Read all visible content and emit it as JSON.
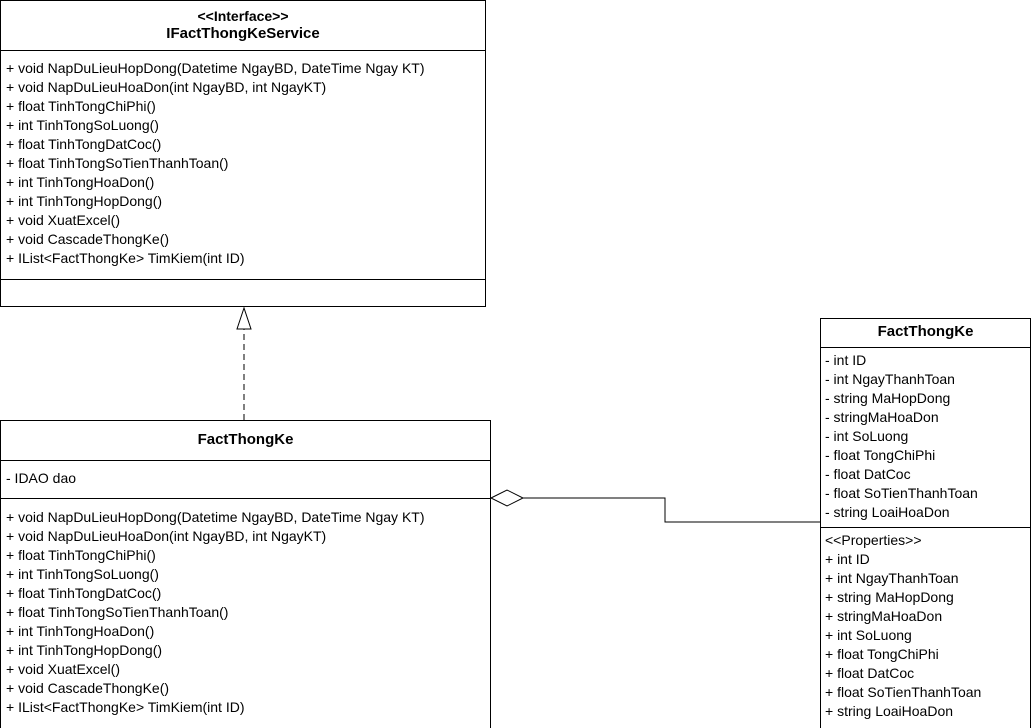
{
  "interface_class": {
    "stereotype": "<<Interface>>",
    "name": "IFactThongKeService",
    "attributes": [],
    "operations": [
      "+ void NapDuLieuHopDong(Datetime NgayBD, DateTime Ngay KT)",
      "+ void NapDuLieuHoaDon(int NgayBD, int NgayKT)",
      "+ float TinhTongChiPhi()",
      "+ int TinhTongSoLuong()",
      "+ float TinhTongDatCoc()",
      "+ float TinhTongSoTienThanhToan()",
      "+ int TinhTongHoaDon()",
      "+ int TinhTongHopDong()",
      "+ void XuatExcel()",
      "+ void CascadeThongKe()",
      "+ IList<FactThongKe> TimKiem(int ID)"
    ]
  },
  "service_class": {
    "name": "FactThongKe",
    "attributes": [
      "- IDAO dao"
    ],
    "operations": [
      "+ void NapDuLieuHopDong(Datetime NgayBD, DateTime Ngay KT)",
      "+ void NapDuLieuHoaDon(int NgayBD, int NgayKT)",
      "+ float TinhTongChiPhi()",
      "+ int TinhTongSoLuong()",
      "+ float TinhTongDatCoc()",
      "+ float TinhTongSoTienThanhToan()",
      "+ int TinhTongHoaDon()",
      "+ int TinhTongHopDong()",
      "+ void XuatExcel()",
      "+ void CascadeThongKe()",
      "+ IList<FactThongKe> TimKiem(int ID)"
    ]
  },
  "entity_class": {
    "name": "FactThongKe",
    "attributes": [
      "- int ID",
      "- int NgayThanhToan",
      "- string MaHopDong",
      "- stringMaHoaDon",
      "- int SoLuong",
      "- float TongChiPhi",
      "- float DatCoc",
      "- float SoTienThanhToan",
      "- string LoaiHoaDon"
    ],
    "properties_stereotype": "<<Properties>>",
    "properties": [
      "+ int ID",
      "+ int NgayThanhToan",
      "+ string MaHopDong",
      "+ stringMaHoaDon",
      "+ int SoLuong",
      "+ float TongChiPhi",
      "+ float DatCoc",
      "+ float SoTienThanhToan",
      "+ string LoaiHoaDon"
    ]
  },
  "relationships": [
    {
      "type": "realization",
      "from": "FactThongKe",
      "to": "IFactThongKeService"
    },
    {
      "type": "aggregation",
      "whole": "FactThongKe",
      "part": "FactThongKe"
    }
  ]
}
